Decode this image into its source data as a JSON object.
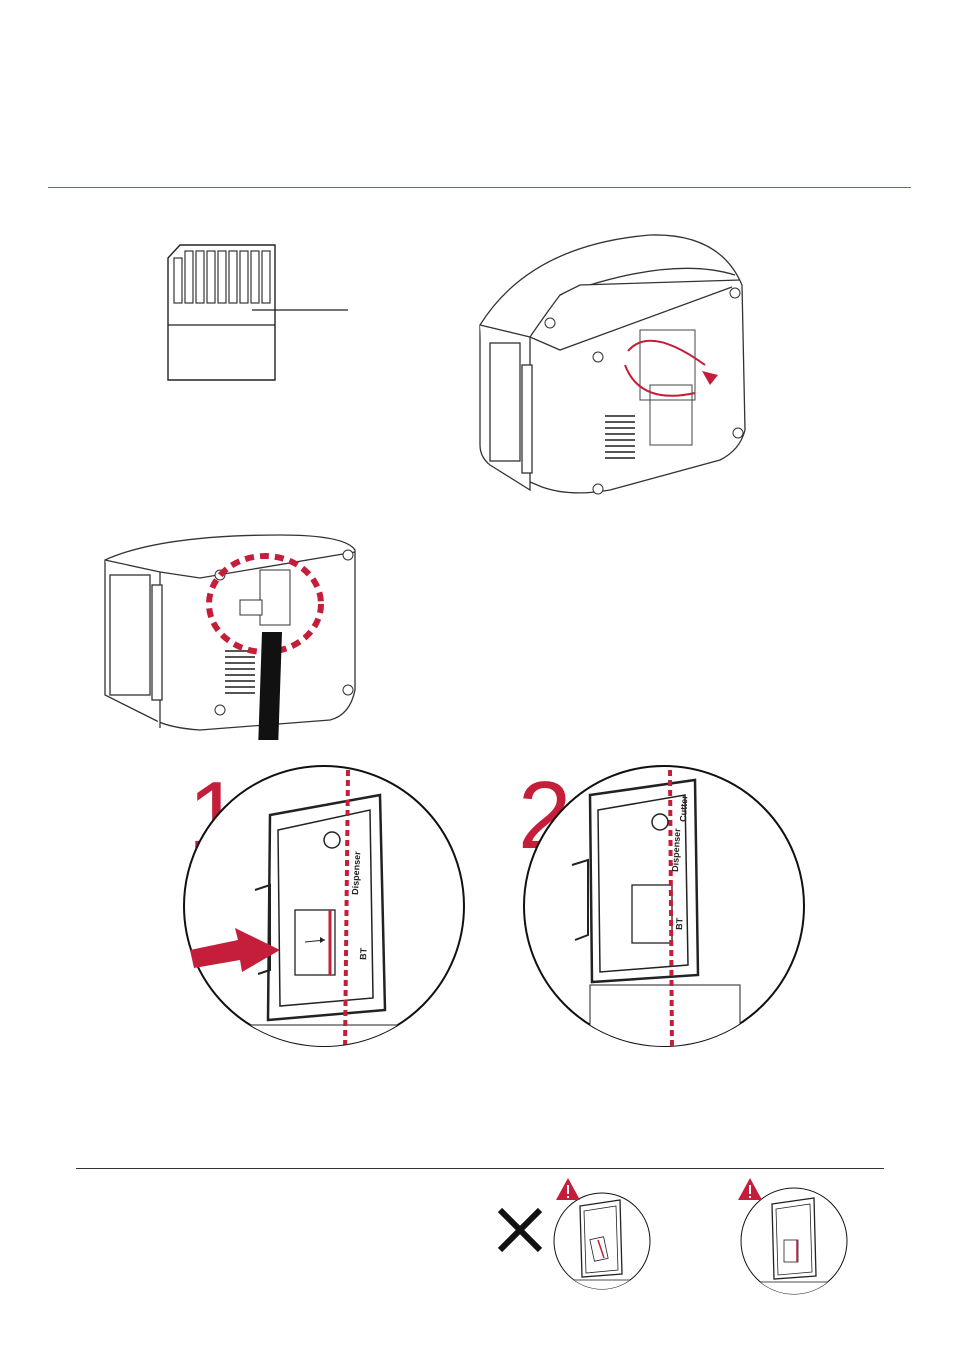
{
  "steps": [
    {
      "number": "1"
    },
    {
      "number": "2"
    }
  ],
  "labels": {
    "dispenser": "Dispenser",
    "cutter": "Cutter",
    "bt": "BT"
  },
  "colors": {
    "accent": "#c41e3a",
    "rule": "#b0505a",
    "line": "#222222"
  },
  "icons": {
    "wrong": "x-mark-icon",
    "warning": "warning-triangle-icon"
  }
}
